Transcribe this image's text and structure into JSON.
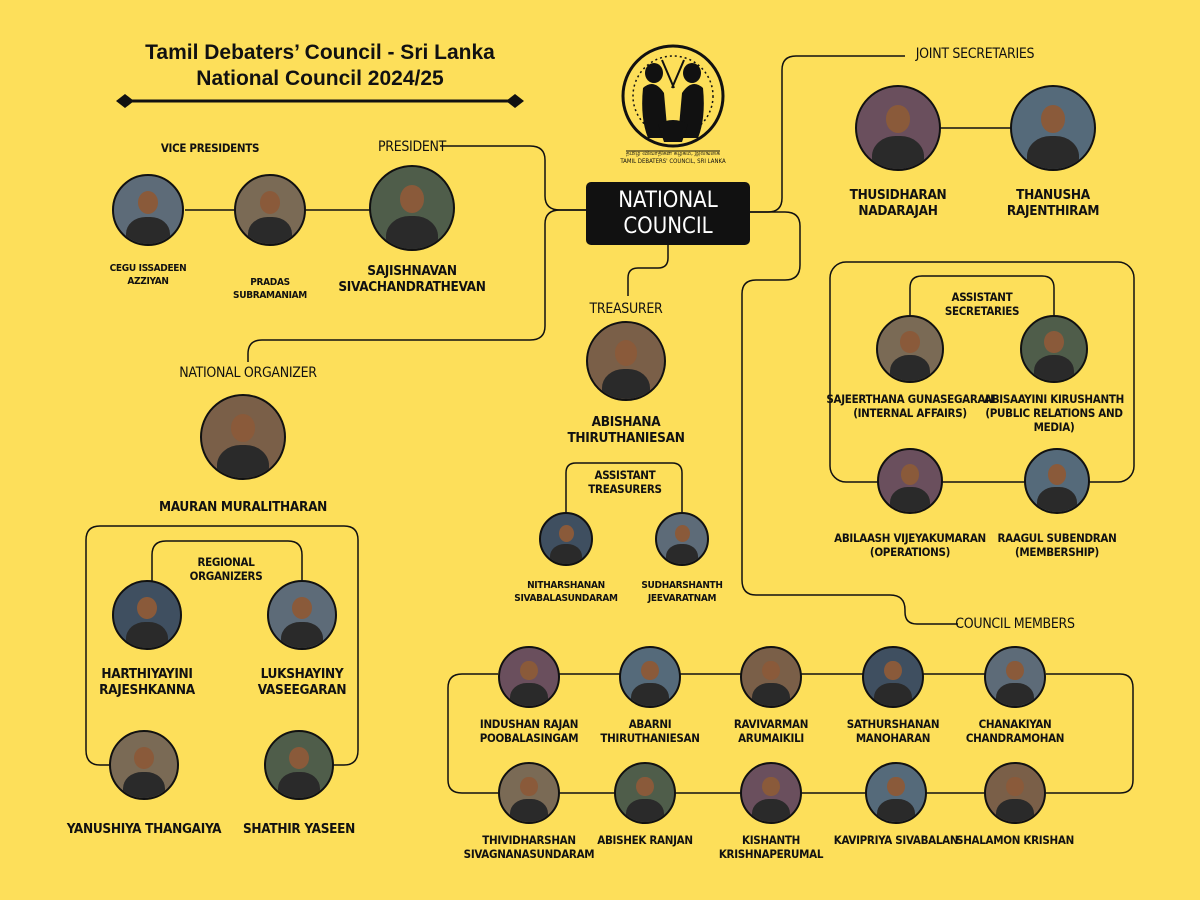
{
  "header": {
    "title_line1": "Tamil Debaters’ Council - Sri Lanka",
    "title_line2": "National Council 2024/25"
  },
  "logo": {
    "text": "தமிழ் விவாதிகள் கழகம், இலங்கை TAMIL DEBATERS' COUNCIL, SRI LANKA"
  },
  "center": {
    "line1": "NATIONAL",
    "line2": "COUNCIL"
  },
  "sections": {
    "vice_presidents": "VICE PRESIDENTS",
    "president": "PRESIDENT",
    "joint_secretaries": "JOINT SECRETARIES",
    "treasurer": "TREASURER",
    "assistant_treasurers_1": "ASSISTANT",
    "assistant_treasurers_2": "TREASURERS",
    "assistant_secretaries_1": "ASSISTANT",
    "assistant_secretaries_2": "SECRETARIES",
    "national_organizer": "NATIONAL ORGANIZER",
    "regional_organizers_1": "REGIONAL",
    "regional_organizers_2": "ORGANIZERS",
    "council_members": "COUNCIL MEMBERS"
  },
  "people": {
    "vp1": [
      "CEGU ISSADEEN",
      "AZZIYAN"
    ],
    "vp2": [
      "PRADAS",
      "SUBRAMANIAM"
    ],
    "president": [
      "SAJISHNAVAN",
      "SIVACHANDRATHEVAN"
    ],
    "js1": [
      "THUSIDHARAN",
      "NADARAJAH"
    ],
    "js2": [
      "THANUSHA",
      "RAJENTHIRAM"
    ],
    "treasurer": [
      "ABISHANA",
      "THIRUTHANIESAN"
    ],
    "at1": [
      "NITHARSHANAN",
      "SIVABALASUNDARAM"
    ],
    "at2": [
      "SUDHARSHANTH",
      "JEEVARATNAM"
    ],
    "as1": [
      "SAJEERTHANA GUNASEGARAN",
      "(INTERNAL AFFAIRS)"
    ],
    "as2": [
      "ABISAAYINI KIRUSHANTH",
      "(PUBLIC RELATIONS AND",
      "MEDIA)"
    ],
    "as3": [
      "ABILAASH VIJEYAKUMARAN",
      "(OPERATIONS)"
    ],
    "as4": [
      "RAAGUL  SUBENDRAN",
      "(MEMBERSHIP)"
    ],
    "no": [
      "MAURAN MURALITHARAN"
    ],
    "ro1": [
      "HARTHIYAYINI",
      "RAJESHKANNA"
    ],
    "ro2": [
      "LUKSHAYINY",
      "VASEEGARAN"
    ],
    "ro3": [
      "YANUSHIYA THANGAIYA"
    ],
    "ro4": [
      "SHATHIR YASEEN"
    ],
    "cm1": [
      "INDUSHAN RAJAN",
      "POOBALASINGAM"
    ],
    "cm2": [
      "ABARNI",
      "THIRUTHANIESAN"
    ],
    "cm3": [
      "RAVIVARMAN",
      "ARUMAIKILI"
    ],
    "cm4": [
      "SATHURSHANAN",
      "MANOHARAN"
    ],
    "cm5": [
      "CHANAKIYAN",
      "CHANDRAMOHAN"
    ],
    "cm6": [
      "THIVIDHARSHAN",
      "SIVAGNANASUNDARAM"
    ],
    "cm7": [
      "ABISHEK RANJAN"
    ],
    "cm8": [
      "KISHANTH",
      "KRISHNAPERUMAL"
    ],
    "cm9": [
      "KAVIPRIYA SIVABALAN"
    ],
    "cm10": [
      "SHALAMON KRISHAN"
    ]
  },
  "colors": {
    "background": "#fddf5a",
    "ink": "#111111",
    "center_box": "#111111"
  }
}
